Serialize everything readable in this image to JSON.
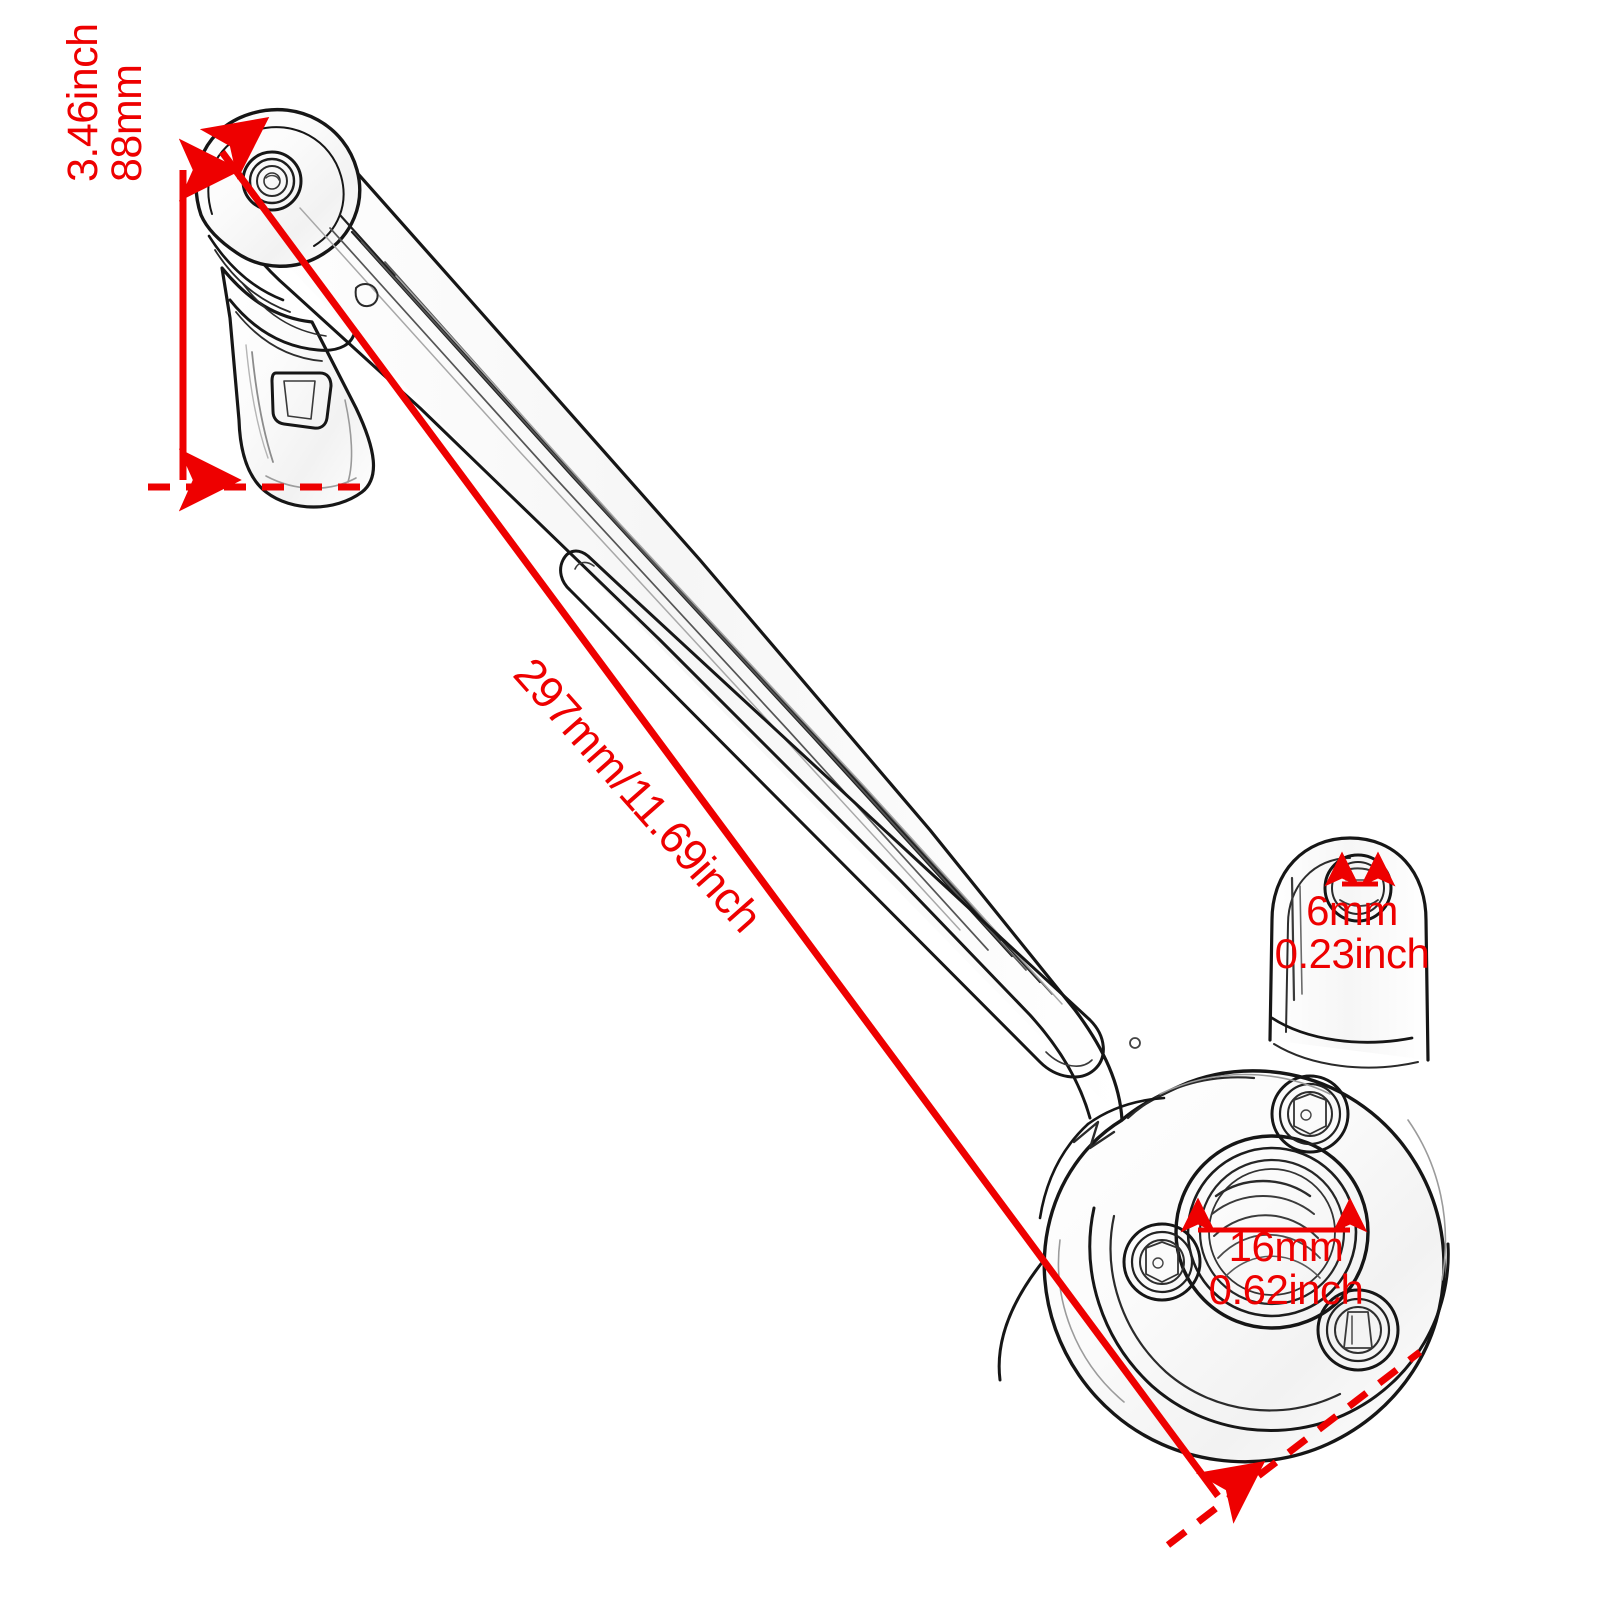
{
  "drawing": {
    "kind": "technical-dimension-drawing",
    "subject": "motorcycle-shift-lever-arm",
    "background_color": "#ffffff",
    "line_color": "#1a1a1a",
    "dimension_color": "#ee0000"
  },
  "dimensions": {
    "height": {
      "name": "overall-height",
      "mm": "88mm",
      "inch": "3.46inch",
      "orientation": "vertical",
      "arrow_style": "double-headed"
    },
    "length": {
      "name": "overall-length",
      "text": "297mm/11.69inch",
      "mm": "297mm",
      "inch": "11.69inch",
      "orientation": "diagonal",
      "arrow_style": "double-headed"
    },
    "small_hole": {
      "name": "upper-tab-hole-diameter",
      "mm": "6mm",
      "inch": "0.23inch",
      "orientation": "horizontal",
      "arrow_style": "double-headed"
    },
    "bore": {
      "name": "center-bore-diameter",
      "mm": "16mm",
      "inch": "0.62inch",
      "orientation": "horizontal",
      "arrow_style": "double-headed"
    }
  },
  "guides": {
    "top_baseline": {
      "name": "upper-datum-dashed-line",
      "style": "dashed"
    },
    "bottom_baseline": {
      "name": "lower-datum-dashed-line",
      "style": "dashed"
    }
  },
  "part_features": [
    {
      "name": "pivot-head-boss",
      "label": "pivot head with bolt"
    },
    {
      "name": "peg-mount-cylinder",
      "label": "tapered peg mount with keyhole slot"
    },
    {
      "name": "ribbed-arm",
      "label": "long tapered ribbed arm"
    },
    {
      "name": "arm-slot",
      "label": "elongated relief slot"
    },
    {
      "name": "mounting-plate",
      "label": "round splined mounting plate"
    },
    {
      "name": "center-bore",
      "label": "splined center bore"
    },
    {
      "name": "pinch-bolt-upper",
      "label": "upper pinch bolt"
    },
    {
      "name": "pinch-bolt-lower-left",
      "label": "lower left pinch bolt"
    },
    {
      "name": "pinch-bolt-lower-right",
      "label": "lower right pinch bolt"
    },
    {
      "name": "upper-tab",
      "label": "upper mounting tab"
    }
  ]
}
